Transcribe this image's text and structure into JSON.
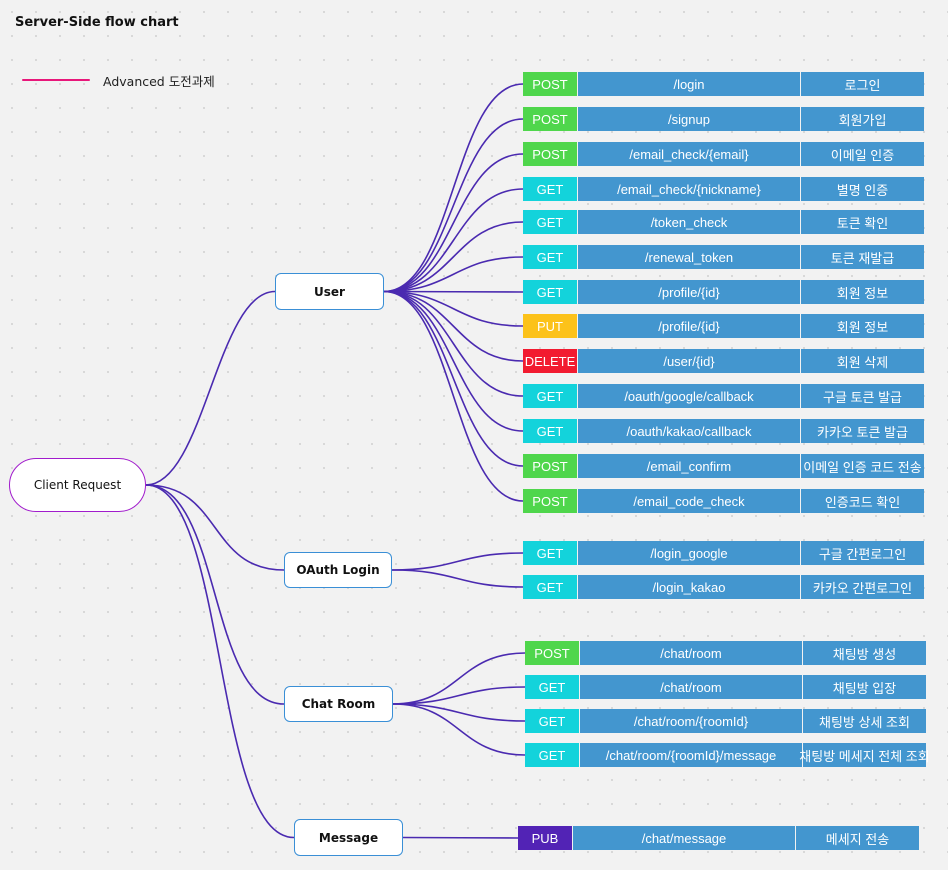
{
  "title": "Server-Side flow chart",
  "legend": {
    "label": "Advanced 도전과제",
    "color": "#e8177a"
  },
  "method_colors": {
    "POST": "#4fd64c",
    "GET": "#13d3db",
    "PUT": "#fcc21a",
    "DELETE": "#f21b30",
    "PUB": "#5223b5"
  },
  "root": {
    "label": "Client Request"
  },
  "groups": [
    {
      "label": "User",
      "endpoints": [
        {
          "method": "POST",
          "path": "/login",
          "desc": "로그인"
        },
        {
          "method": "POST",
          "path": "/signup",
          "desc": "회원가입"
        },
        {
          "method": "POST",
          "path": "/email_check/{email}",
          "desc": "이메일 인증"
        },
        {
          "method": "GET",
          "path": "/email_check/{nickname}",
          "desc": "별명 인증"
        },
        {
          "method": "GET",
          "path": "/token_check",
          "desc": "토큰 확인"
        },
        {
          "method": "GET",
          "path": "/renewal_token",
          "desc": "토큰 재발급"
        },
        {
          "method": "GET",
          "path": "/profile/{id}",
          "desc": "회원 정보"
        },
        {
          "method": "PUT",
          "path": "/profile/{id}",
          "desc": "회원 정보"
        },
        {
          "method": "DELETE",
          "path": "/user/{id}",
          "desc": "회원 삭제"
        },
        {
          "method": "GET",
          "path": "/oauth/google/callback",
          "desc": "구글 토큰 발급"
        },
        {
          "method": "GET",
          "path": "/oauth/kakao/callback",
          "desc": "카카오 토큰 발급"
        },
        {
          "method": "POST",
          "path": "/email_confirm",
          "desc": "이메일 인증 코드 전송"
        },
        {
          "method": "POST",
          "path": "/email_code_check",
          "desc": "인증코드 확인"
        }
      ]
    },
    {
      "label": "OAuth Login",
      "endpoints": [
        {
          "method": "GET",
          "path": "/login_google",
          "desc": "구글 간편로그인"
        },
        {
          "method": "GET",
          "path": "/login_kakao",
          "desc": "카카오 간편로그인"
        }
      ]
    },
    {
      "label": "Chat Room",
      "endpoints": [
        {
          "method": "POST",
          "path": "/chat/room",
          "desc": "채팅방 생성"
        },
        {
          "method": "GET",
          "path": "/chat/room",
          "desc": "채팅방 입장"
        },
        {
          "method": "GET",
          "path": "/chat/room/{roomId}",
          "desc": "채팅방 상세 조회"
        },
        {
          "method": "GET",
          "path": "/chat/room/{roomId}/message",
          "desc": "채팅방 메세지 전체 조회"
        }
      ]
    },
    {
      "label": "Message",
      "endpoints": [
        {
          "method": "PUB",
          "path": "/chat/message",
          "desc": "메세지 전송"
        }
      ]
    }
  ]
}
